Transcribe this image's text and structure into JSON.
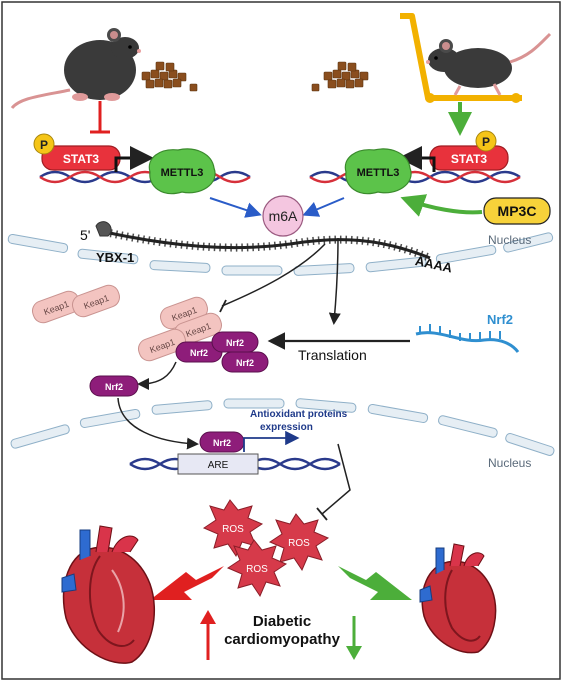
{
  "labels": {
    "stat3_left": "STAT3",
    "stat3_right": "STAT3",
    "phospho_left": "P",
    "phospho_right": "P",
    "mettl3_left": "METTL3",
    "mettl3_right": "METTL3",
    "m6a": "m6A",
    "mp3c": "MP3C",
    "five_prime": "5'",
    "polya": "AAAA",
    "ybx1": "YBX-1",
    "nucleus_top": "Nucleus",
    "nucleus_bottom": "Nucleus",
    "keap1": "Keap1",
    "nrf2": "Nrf2",
    "nrf2_mrna": "Nrf2",
    "translation": "Translation",
    "antioxidant_line1": "Antioxidant proteins",
    "antioxidant_line2": "expression",
    "are": "ARE",
    "ros": "ROS",
    "disease_line1": "Diabetic",
    "disease_line2": "cardiomyopathy"
  },
  "colors": {
    "stat3": "#e8323c",
    "phospho": "#f5c518",
    "mettl3": "#5cc34a",
    "m6a": "#f4c6e0",
    "mp3c": "#f7d23a",
    "keap1": "#f3c4c0",
    "nrf2": "#8e1d7a",
    "ros": "#d63a4a",
    "inhibit_red": "#e02020",
    "activate_green": "#4cae3a",
    "arrow_blue": "#2a5cc8",
    "nrf2_mrna": "#2f8fd0",
    "membrane": "#bcd3e2",
    "dna_dark": "#2a3a8c",
    "dna_red": "#d6303a",
    "antioxidant_text": "#1f3a8a"
  },
  "icons": {
    "left_mouse": "sedentary-mouse-icon",
    "right_mouse": "exercising-mouse-icon",
    "treadmill": "treadmill-icon",
    "food": "food-pellets-icon",
    "heart": "heart-icon"
  }
}
